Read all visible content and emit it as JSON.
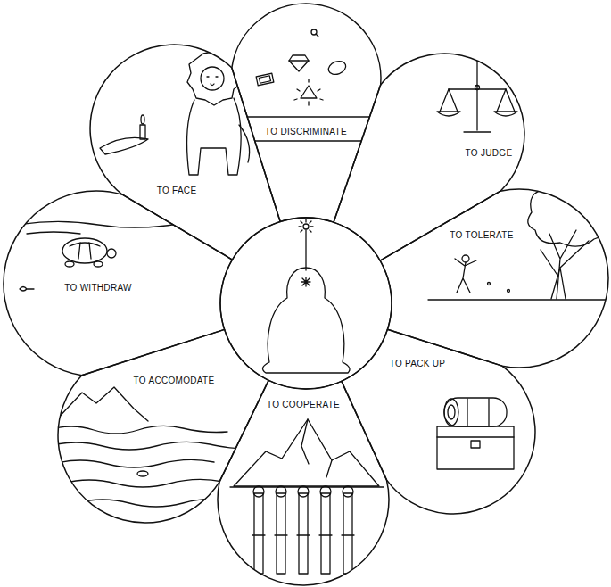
{
  "diagram": {
    "nodes": [
      {
        "text": [
          "TO DISCRIMINATE"
        ]
      },
      {
        "text": [
          "TO JUDGE"
        ]
      },
      {
        "text": [
          "TO TOLERATE"
        ]
      },
      {
        "text": [
          "TO PACK UP"
        ]
      },
      {
        "text": [
          "TO COOPERATE"
        ]
      },
      {
        "text": [
          "TO ACCOMODATE"
        ]
      },
      {
        "text": [
          "TO WITHDRAW"
        ]
      },
      {
        "text": [
          "TO FACE"
        ]
      }
    ]
  }
}
